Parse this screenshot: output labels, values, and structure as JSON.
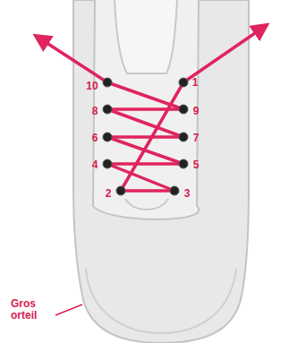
{
  "diagram": {
    "labels": [
      "10",
      "1",
      "8",
      "9",
      "6",
      "7",
      "4",
      "5",
      "2",
      "3",
      "Gros orteil"
    ]
  }
}
